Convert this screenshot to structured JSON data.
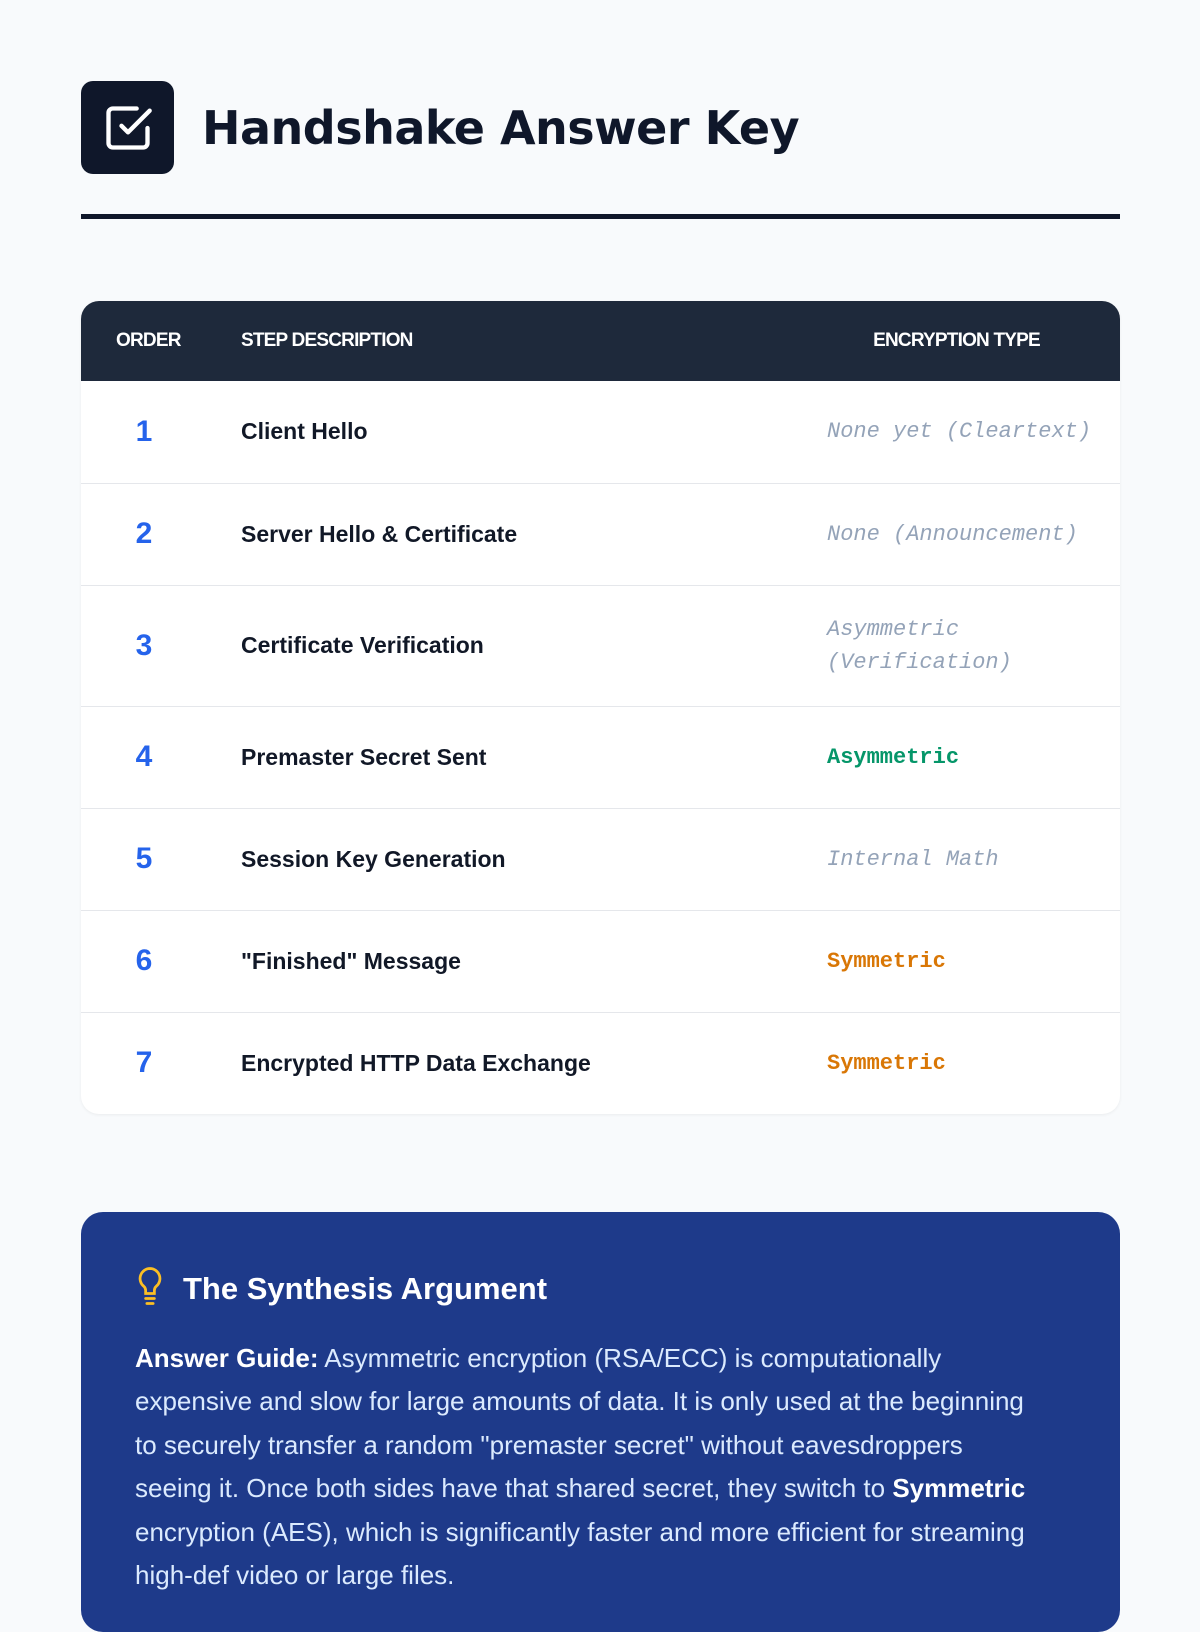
{
  "header": {
    "title": "Handshake Answer Key",
    "icon": "checkbox-icon"
  },
  "table": {
    "columns": [
      "ORDER",
      "STEP DESCRIPTION",
      "ENCRYPTION TYPE"
    ],
    "rows": [
      {
        "order": "1",
        "step": "Client Hello",
        "type": "None yet (Cleartext)",
        "style": "muted"
      },
      {
        "order": "2",
        "step": "Server Hello & Certificate",
        "type": "None (Announcement)",
        "style": "muted"
      },
      {
        "order": "3",
        "step": "Certificate Verification",
        "type": "Asymmetric (Verification)",
        "style": "muted"
      },
      {
        "order": "4",
        "step": "Premaster Secret Sent",
        "type": "Asymmetric",
        "style": "green"
      },
      {
        "order": "5",
        "step": "Session Key Generation",
        "type": "Internal Math",
        "style": "muted"
      },
      {
        "order": "6",
        "step": "\"Finished\" Message",
        "type": "Symmetric",
        "style": "orange"
      },
      {
        "order": "7",
        "step": "Encrypted HTTP Data Exchange",
        "type": "Symmetric",
        "style": "orange"
      }
    ]
  },
  "synthesis": {
    "icon": "lightbulb-icon",
    "title": "The Synthesis Argument",
    "label": "Answer Guide:",
    "text_1": " Asymmetric encryption (RSA/ECC) is computationally expensive and slow for large amounts of data. It is only used at the beginning to securely transfer a random \"premaster secret\" without eavesdroppers seeing it. Once both sides have that shared secret, they switch to ",
    "bold_term": "Symmetric",
    "text_2": " encryption (AES), which is significantly faster and more efficient for streaming high-def video or large files."
  },
  "colors": {
    "accent": "#2563eb",
    "dark": "#0f172a",
    "panel": "#1e3a8a",
    "green": "#059669",
    "orange": "#d97706",
    "muted": "#94a3b8"
  }
}
